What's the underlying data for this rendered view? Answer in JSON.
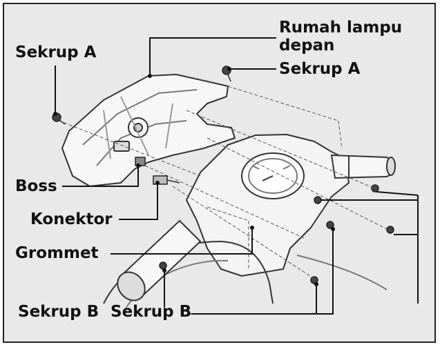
{
  "labels": {
    "housing_line1": "Rumah lampu",
    "housing_line2": "depan",
    "screw_a_top": "Sekrup A",
    "screw_a_left": "Sekrup A",
    "boss": "Boss",
    "connector": "Konektor",
    "grommet": "Grommet",
    "screw_b_left": "Sekrup B",
    "screw_b_right": "Sekrup B"
  },
  "colors": {
    "background": "#e9e9e9",
    "line": "#111111",
    "part_stroke": "#333333",
    "part_fill": "#f7f7f7"
  }
}
